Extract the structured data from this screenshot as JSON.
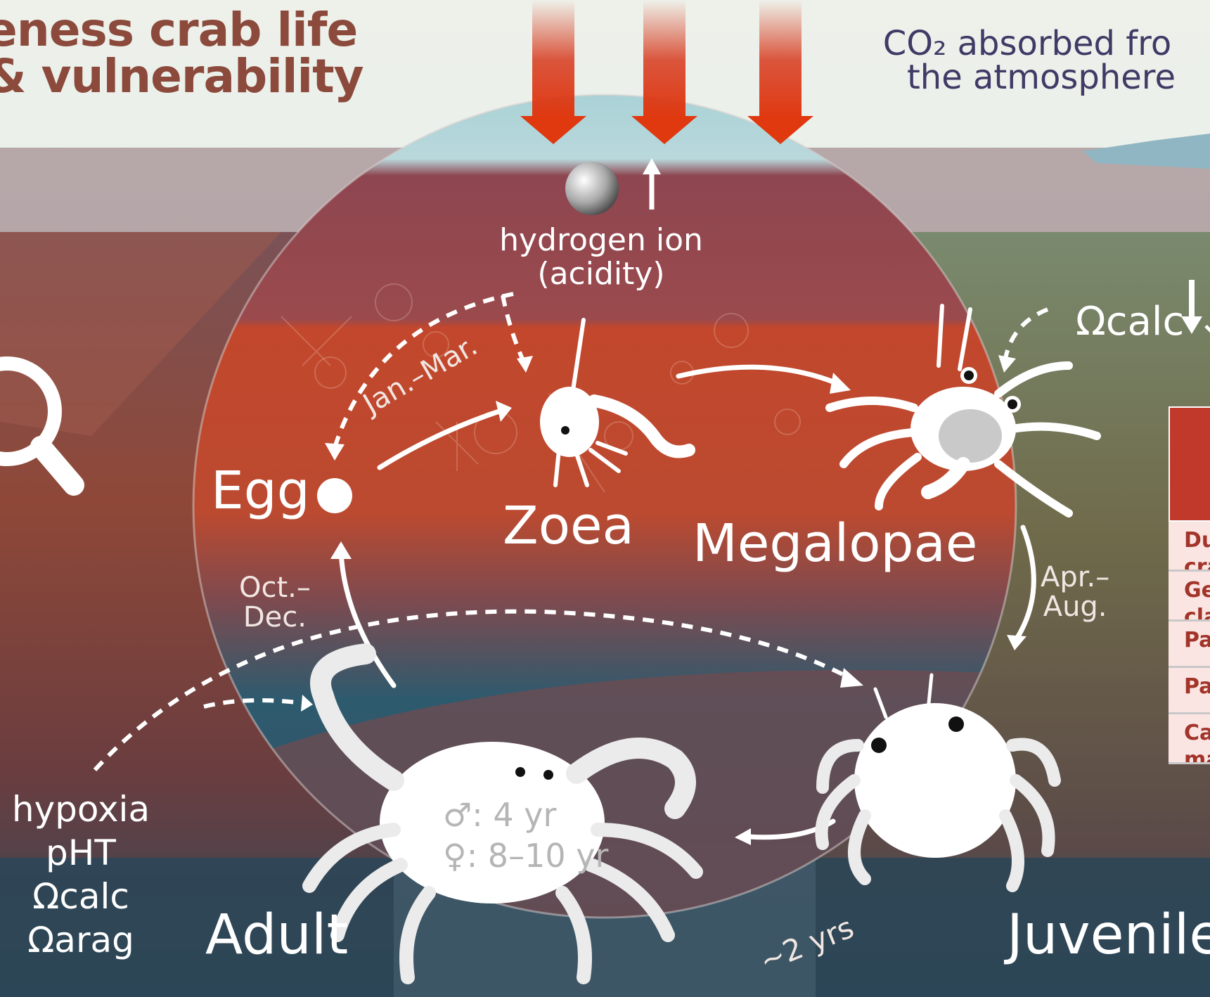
{
  "title": {
    "line1": "eness crab life",
    "line2": "& vulnerability"
  },
  "co2": {
    "line1": "CO₂ absorbed fro",
    "line2": "the atmosphere"
  },
  "hydrogen": {
    "line1": "hydrogen ion",
    "line2": "(acidity)"
  },
  "omega_top": "Ωcalc ↓",
  "stages": {
    "egg": "Egg",
    "zoea": "Zoea",
    "megalopae": "Megalopae",
    "adult": "Adult",
    "juvenile": "Juvenile"
  },
  "months": {
    "jan_mar": "Jan.–Mar.",
    "oct_1": "Oct.–",
    "oct_2": "Dec.",
    "apr_1": "Apr.–",
    "apr_2": "Aug.",
    "two_yrs": "~2 yrs"
  },
  "maturity": {
    "male": "♂: 4 yr",
    "female": "♀: 8–10 yr"
  },
  "stressors": [
    "hypoxia",
    "pHT",
    "Ωcalc",
    "Ωarag"
  ],
  "table_rows": [
    [
      "Du",
      "cra"
    ],
    [
      "Ge",
      "cla"
    ],
    [
      "Pa"
    ],
    [
      "Pa"
    ],
    [
      "Ca",
      "ma"
    ]
  ],
  "colors": {
    "title": "#8b4a3c",
    "co2_text": "#3f3a66",
    "arrow_red": "#d73a1e",
    "table_header": "#c0392b",
    "table_text": "#a33429"
  }
}
